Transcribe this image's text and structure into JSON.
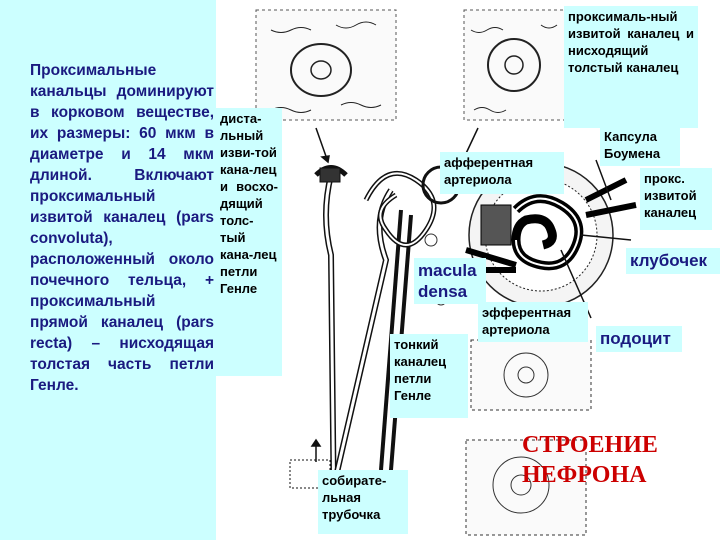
{
  "slide": {
    "intro_text": "Проксимальные канальцы доминируют в корковом веществе, их размеры: 60 мкм в диаметре и 14 мкм длиной. Включают проксимальный извитой каналец (pars convoluta), расположенный около почечного тельца, + проксимальный прямой каналец (pars recta) – нисходящая толстая часть петли Генле.",
    "title": "СТРОЕНИЕ НЕФРОНА"
  },
  "labels": {
    "distal": "диста-льный изви-той кана-лец и восхо-дящий толс-тый кана-лец петли Генле",
    "proximal_top": "проксималь-ный извитой каналец и нисходящий толстый каналец",
    "bowman": "Капсула Боумена",
    "afferent": "афферентная артериола",
    "prox_convoluted": "прокс. извитой каналец",
    "glomerulus": "клубочек",
    "macula_densa": "macula densa",
    "efferent": "эфферентная артериола",
    "podocyte": "подоцит",
    "thin_loop": "тонкий каналец петли Генле",
    "collecting": "собирате-льная трубочка"
  }
}
